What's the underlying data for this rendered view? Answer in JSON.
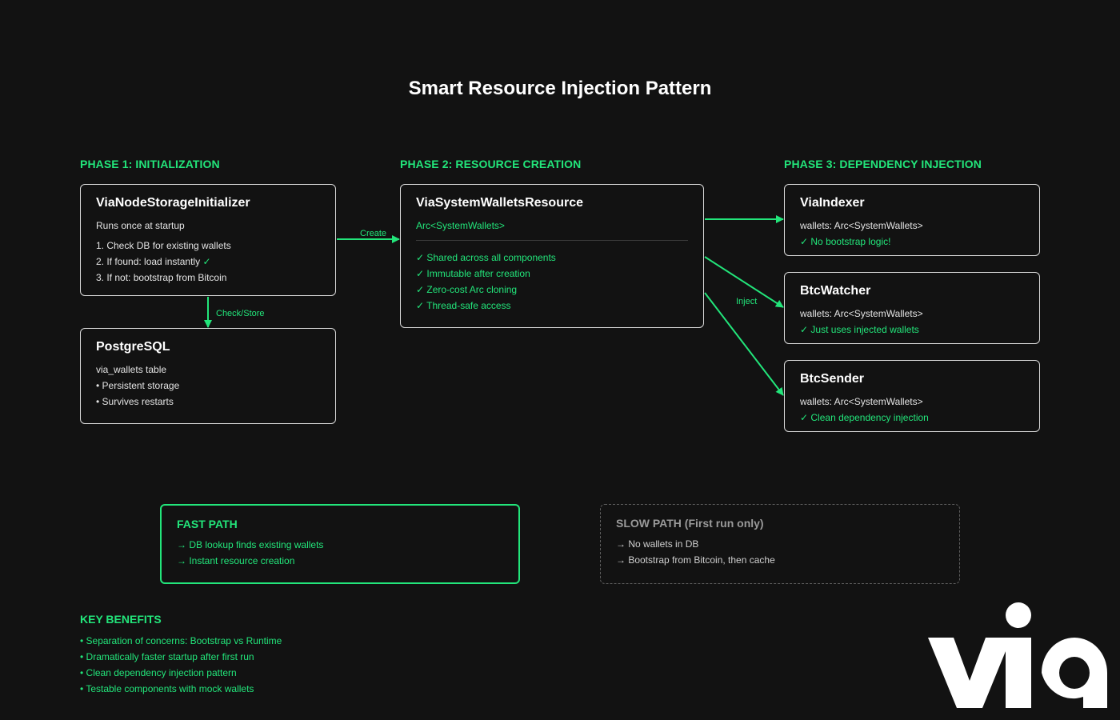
{
  "title": "Smart Resource Injection Pattern",
  "phases": {
    "p1": "PHASE 1: INITIALIZATION",
    "p2": "PHASE 2: RESOURCE CREATION",
    "p3": "PHASE 3: DEPENDENCY INJECTION"
  },
  "initializer": {
    "title": "ViaNodeStorageInitializer",
    "subtitle": "Runs once at startup",
    "steps": [
      "1. Check DB for existing wallets",
      "2. If found: load instantly",
      "3. If not: bootstrap from Bitcoin"
    ],
    "check_mark": "✓"
  },
  "postgres": {
    "title": "PostgreSQL",
    "subtitle": "via_wallets table",
    "items": [
      "• Persistent storage",
      "• Survives restarts"
    ]
  },
  "resource": {
    "title": "ViaSystemWalletsResource",
    "type": "Arc<SystemWallets>",
    "features": [
      "✓ Shared across all components",
      "✓ Immutable after creation",
      "✓ Zero-cost Arc cloning",
      "✓ Thread-safe access"
    ]
  },
  "consumers": [
    {
      "title": "ViaIndexer",
      "wallets": "wallets: Arc<SystemWallets>",
      "note": "✓ No bootstrap logic!"
    },
    {
      "title": "BtcWatcher",
      "wallets": "wallets: Arc<SystemWallets>",
      "note": "✓ Just uses injected wallets"
    },
    {
      "title": "BtcSender",
      "wallets": "wallets: Arc<SystemWallets>",
      "note": "✓ Clean dependency injection"
    }
  ],
  "edges": {
    "create": "Create",
    "check_store": "Check/Store",
    "inject": "Inject"
  },
  "fast_path": {
    "title": "FAST PATH",
    "items": [
      "→ DB lookup finds existing wallets",
      "→ Instant resource creation"
    ]
  },
  "slow_path": {
    "title": "SLOW PATH (First run only)",
    "items": [
      "→ No wallets in DB",
      "→ Bootstrap from Bitcoin, then cache"
    ]
  },
  "benefits": {
    "title": "KEY BENEFITS",
    "items": [
      "• Separation of concerns: Bootstrap vs Runtime",
      "• Dramatically faster startup after first run",
      "• Clean dependency injection pattern",
      "• Testable components with mock wallets"
    ]
  },
  "logo": {
    "text": "via",
    "color": "#ffffff"
  },
  "colors": {
    "accent": "#22e57a",
    "background": "#121212",
    "box_border": "#d8d8d8",
    "dashed_border": "#5c5c5c"
  }
}
